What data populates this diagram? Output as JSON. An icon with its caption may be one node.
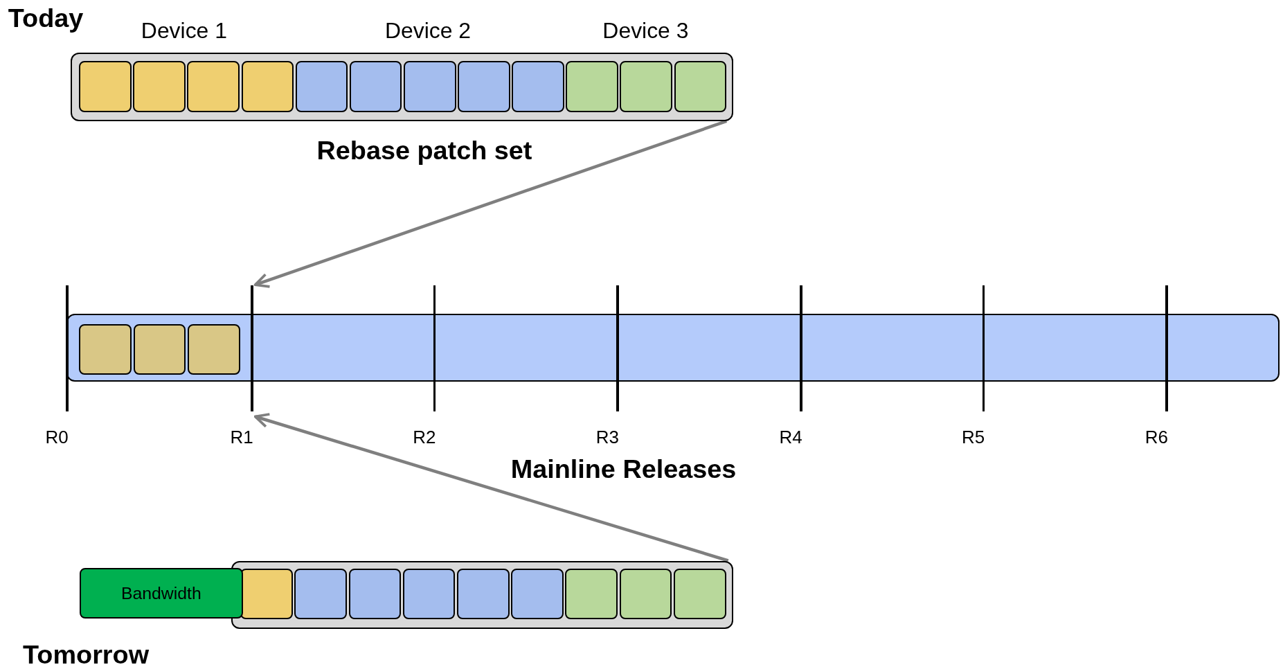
{
  "diagram": {
    "nodes": [
      {
        "text": [
          "Rebase patch set"
        ]
      },
      {
        "text": [],
        "shape": "box",
        "in": 0
      },
      {
        "text": [],
        "shape": "box",
        "in": 0
      },
      {
        "text": [],
        "shape": "box",
        "in": 0
      },
      {
        "text": [],
        "shape": "box",
        "in": 0
      },
      {
        "text": [],
        "shape": "box",
        "in": 0
      },
      {
        "text": [],
        "shape": "box",
        "in": 0
      },
      {
        "text": [],
        "shape": "box",
        "in": 0
      },
      {
        "text": [],
        "shape": "box",
        "in": 0
      },
      {
        "text": [],
        "shape": "box",
        "in": 0
      },
      {
        "text": [],
        "shape": "box",
        "in": 0
      },
      {
        "text": [],
        "shape": "box",
        "in": 0
      },
      {
        "text": [],
        "shape": "box",
        "in": 0
      },
      {
        "text": [],
        "shape": "box"
      },
      {
        "text": [],
        "shape": "box",
        "in": 13
      },
      {
        "text": [],
        "shape": "box",
        "in": 13
      },
      {
        "text": [],
        "shape": "box",
        "in": 13
      },
      {
        "text": [],
        "shape": "bar",
        "beside": [
          "R0"
        ]
      },
      {
        "text": [],
        "shape": "bar",
        "beside": [
          "R1"
        ]
      },
      {
        "text": [],
        "shape": "bar",
        "beside": [
          "R2"
        ]
      },
      {
        "text": [],
        "shape": "bar",
        "beside": [
          "R3"
        ]
      },
      {
        "text": [],
        "shape": "bar",
        "beside": [
          "R4"
        ]
      },
      {
        "text": [],
        "shape": "bar",
        "beside": [
          "R5"
        ]
      },
      {
        "text": [],
        "shape": "bar",
        "beside": [
          "R6"
        ]
      },
      {
        "text": [
          "Bandwidth"
        ]
      },
      {
        "text": [],
        "shape": "box"
      },
      {
        "text": [],
        "shape": "box",
        "in": 25
      },
      {
        "text": [],
        "shape": "box",
        "in": 25
      },
      {
        "text": [],
        "shape": "box",
        "in": 25
      },
      {
        "text": [],
        "shape": "box",
        "in": 25
      },
      {
        "text": [],
        "shape": "box",
        "in": 25
      },
      {
        "text": [],
        "shape": "box",
        "in": 25
      },
      {
        "text": [],
        "shape": "box",
        "in": 25
      },
      {
        "text": [],
        "shape": "box",
        "in": 25
      },
      {
        "text": [],
        "shape": "box",
        "in": 25
      }
    ],
    "edges": [
      {
        "from": 0,
        "to": 18,
        "arrow": "to"
      },
      {
        "from": 25,
        "to": 18,
        "arrow": "to"
      }
    ],
    "labels": [
      "Today",
      "Device 1",
      "Device 2",
      "Device 3",
      "Mainline Releases",
      "Tomorrow"
    ]
  }
}
